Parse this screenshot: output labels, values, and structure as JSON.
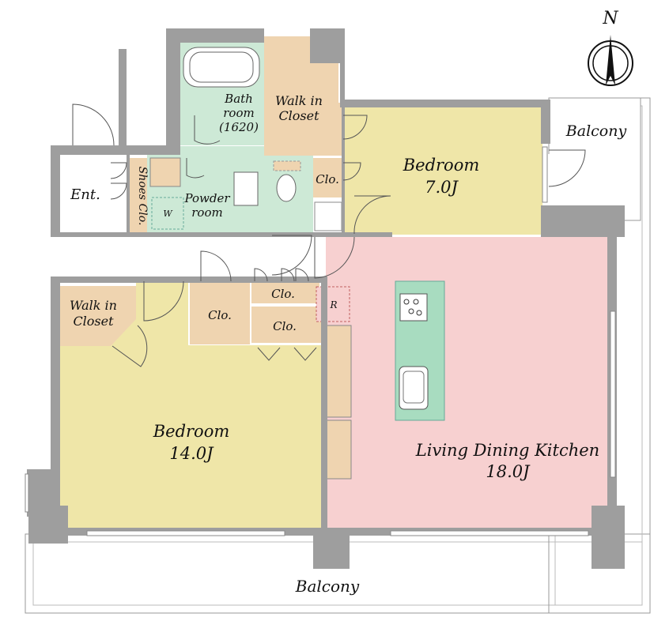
{
  "plan": {
    "compass": {
      "letter": "N"
    },
    "rooms": {
      "bath": {
        "line1": "Bath",
        "line2": "room",
        "line3": "(1620)"
      },
      "wic_top": {
        "line1": "Walk in",
        "line2": "Closet"
      },
      "balcony_right": {
        "label": "Balcony"
      },
      "shoes": {
        "label": "Shoes Clo."
      },
      "entrance": {
        "label": "Ent."
      },
      "powder": {
        "line1": "Powder",
        "line2": "room"
      },
      "washer": {
        "label": "W"
      },
      "clo_small": {
        "label": "Clo."
      },
      "bedroom_small": {
        "name": "Bedroom",
        "size": "7.0J"
      },
      "wic_left": {
        "line1": "Walk in",
        "line2": "Closet"
      },
      "clo_a": {
        "label": "Clo."
      },
      "clo_b": {
        "label": "Clo."
      },
      "clo_c": {
        "label": "Clo."
      },
      "fridge": {
        "label": "R"
      },
      "bedroom_large": {
        "name": "Bedroom",
        "size": "14.0J"
      },
      "ldk": {
        "name": "Living Dining Kitchen",
        "size": "18.0J"
      },
      "balcony_bottom": {
        "label": "Balcony"
      }
    },
    "colors": {
      "wall": "#9e9e9e",
      "bedroom": "#efe6a8",
      "ldk": "#f7d0d0",
      "wet": "#cde9d6",
      "closet": "#efd4b0",
      "counter": "#a8dcc0"
    }
  }
}
